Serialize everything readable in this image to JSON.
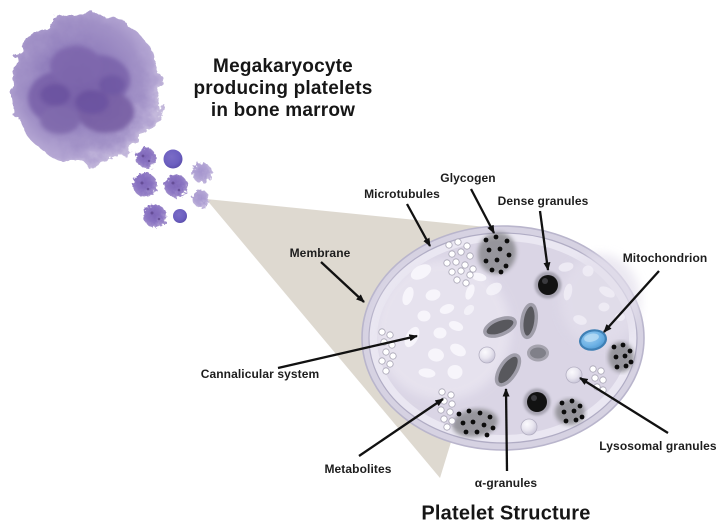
{
  "diagram": {
    "heading": {
      "line1": "Megakaryocyte",
      "line2": "producing platelets",
      "line3": "in bone marrow"
    },
    "caption": "Platelet Structure",
    "callouts": {
      "microtubules": "Microtubules",
      "glycogen": "Glycogen",
      "dense_granules": "Dense granules",
      "membrane": "Membrane",
      "mitochondrion": "Mitochondrion",
      "cannalicular_system": "Cannalicular system",
      "metabolites": "Metabolites",
      "alpha_granules": "α-granules",
      "lysosomal_granules": "Lysosomal granules"
    },
    "colors": {
      "megakaryocyte_purple": "#9280bd",
      "nucleus_purple": "#745ca6",
      "platelet_purple": "#8a74c2",
      "cone_beige": "#dcd7cd",
      "cell_fill": "#dad5e5",
      "membrane_ring": "#b9b5cc",
      "mitochondrion_blue": "#6fb3e6",
      "alpha_granule_gray": "#58585d",
      "dense_granule_black": "#121212",
      "label_text": "#1d1d1d"
    }
  }
}
